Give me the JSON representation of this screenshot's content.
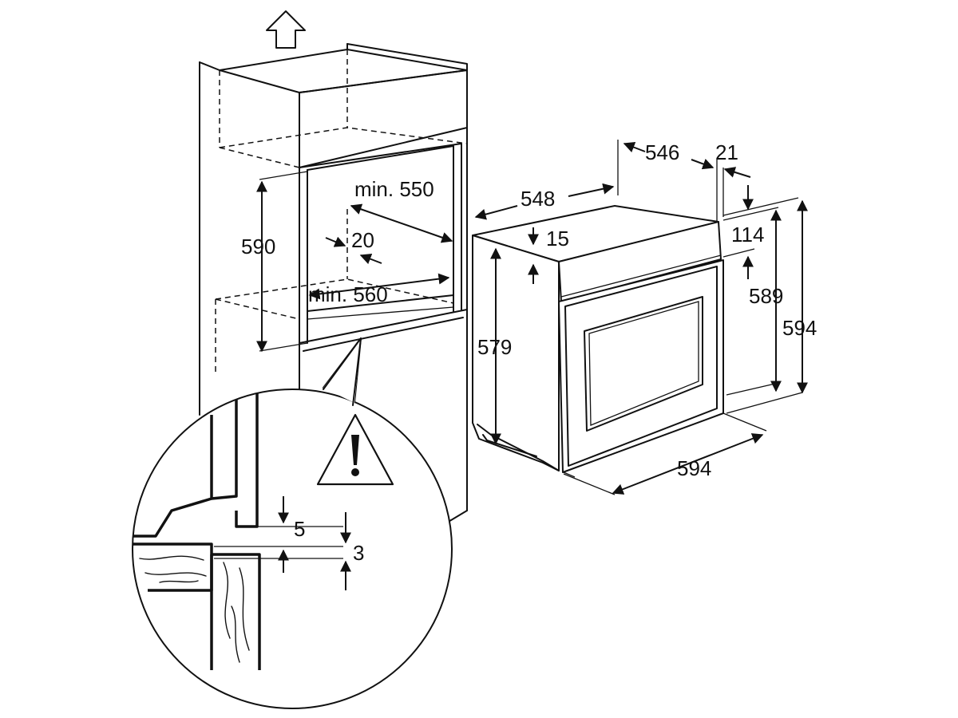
{
  "labels": {
    "cab_min_depth": "min. 550",
    "cab_height": "590",
    "cab_gap": "20",
    "cab_min_width": "min. 560",
    "oven_depth_top": "546",
    "oven_door": "21",
    "oven_top_depth": "548",
    "oven_top_offset": "15",
    "oven_panel": "114",
    "oven_side_height": "579",
    "oven_body_height": "589",
    "oven_total_height": "594",
    "oven_width": "594",
    "detail_gap_5": "5",
    "detail_gap_3": "3"
  },
  "icons": {
    "up": "up-arrow-icon",
    "warning": "warning-triangle-icon"
  }
}
